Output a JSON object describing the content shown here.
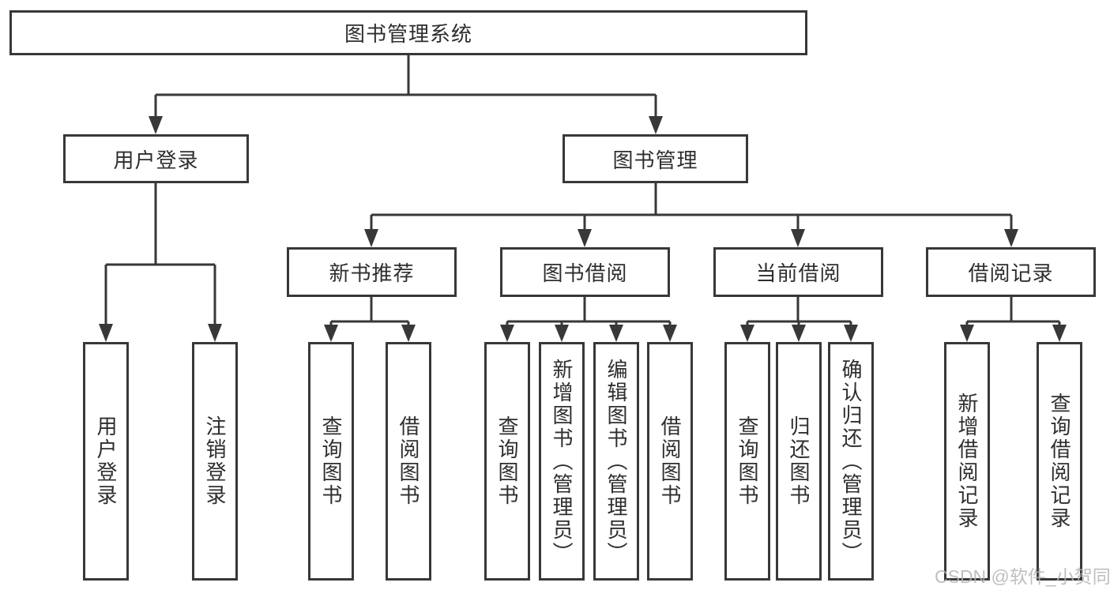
{
  "diagram": {
    "colors": {
      "line": "#383838",
      "border": "#383838",
      "text": "#2e2e2e",
      "watermark_color": "#b4b4b4",
      "background": "#ffffff"
    },
    "tree": {
      "label": "图书管理系统",
      "children": [
        {
          "label": "用户登录",
          "children": [
            {
              "label": "用户登录"
            },
            {
              "label": "注销登录"
            }
          ]
        },
        {
          "label": "图书管理",
          "children": [
            {
              "label": "新书推荐",
              "children": [
                {
                  "label": "查询图书"
                },
                {
                  "label": "借阅图书"
                }
              ]
            },
            {
              "label": "图书借阅",
              "children": [
                {
                  "label": "查询图书"
                },
                {
                  "label": "新增图书（管理员）"
                },
                {
                  "label": "编辑图书（管理员）"
                },
                {
                  "label": "借阅图书"
                }
              ]
            },
            {
              "label": "当前借阅",
              "children": [
                {
                  "label": "查询图书"
                },
                {
                  "label": "归还图书"
                },
                {
                  "label": "确认归还（管理员）"
                }
              ]
            },
            {
              "label": "借阅记录",
              "children": [
                {
                  "label": "新增借阅记录"
                },
                {
                  "label": "查询借阅记录"
                }
              ]
            }
          ]
        }
      ]
    },
    "watermark": "CSDN @软件_小贺同学"
  }
}
